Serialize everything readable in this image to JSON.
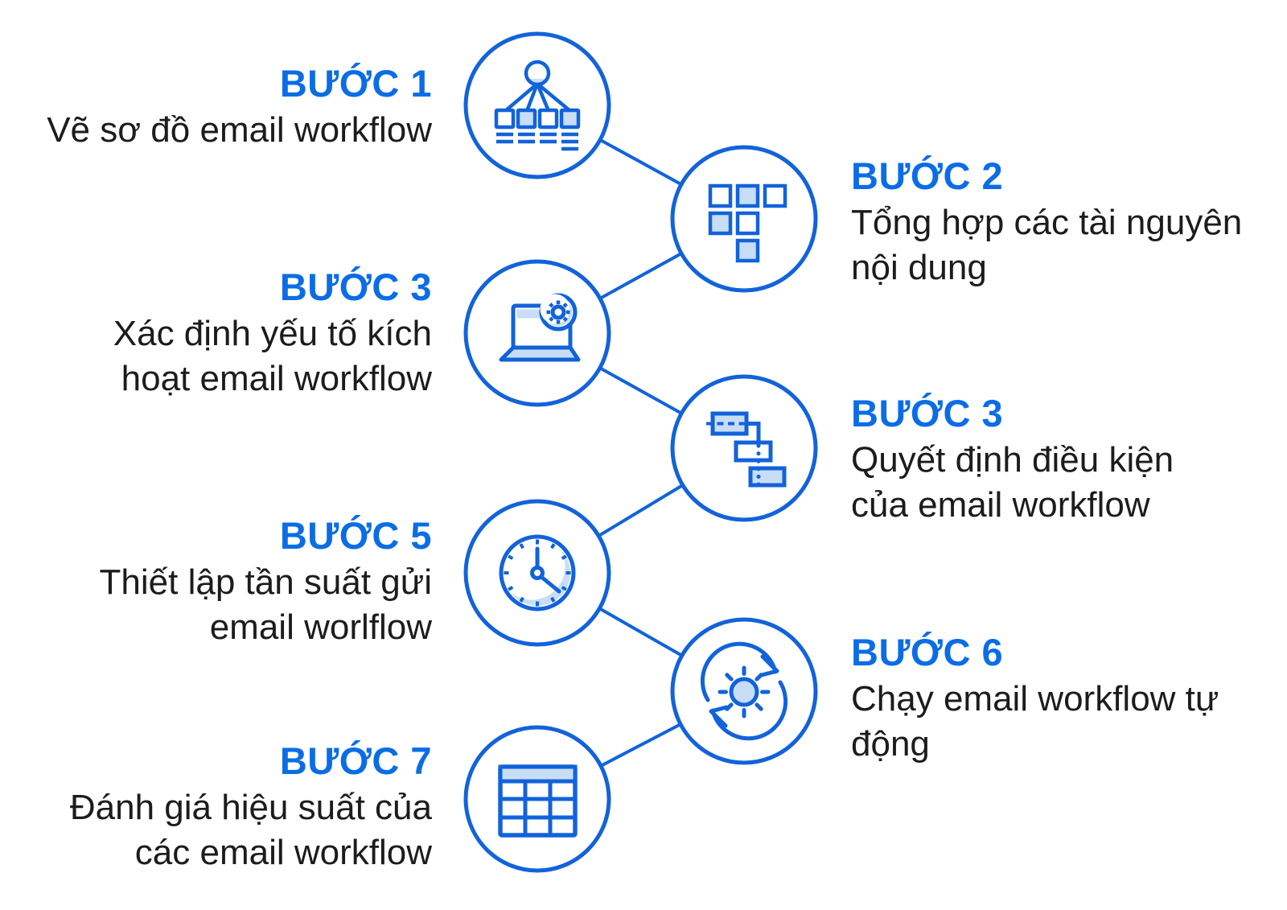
{
  "colors": {
    "accent_blue": "#0b6de6",
    "stroke_blue": "#1263da",
    "light_blue_fill": "#c8ddf6",
    "text_color": "#1c1c1c",
    "background": "#ffffff"
  },
  "steps": [
    {
      "label": "BƯỚC 1",
      "lines": [
        "Vẽ sơ đồ email workflow"
      ],
      "icon": "sitemap-icon",
      "side": "left"
    },
    {
      "label": "BƯỚC 2",
      "lines": [
        "Tổng hợp các tài nguyên",
        "nội dung"
      ],
      "icon": "content-blocks-icon",
      "side": "right"
    },
    {
      "label": "BƯỚC 3",
      "lines": [
        "Xác định yếu tố kích",
        "hoạt email workflow"
      ],
      "icon": "laptop-gear-icon",
      "side": "left"
    },
    {
      "label": "BƯỚC 3",
      "lines": [
        "Quyết định điều kiện",
        "của email workflow"
      ],
      "icon": "flowchart-icon",
      "side": "right"
    },
    {
      "label": "BƯỚC 5",
      "lines": [
        "Thiết lập tần suất gửi",
        "email worlflow"
      ],
      "icon": "clock-icon",
      "side": "left"
    },
    {
      "label": "BƯỚC 6",
      "lines": [
        "Chạy email workflow tự",
        "động"
      ],
      "icon": "sync-automation-icon",
      "side": "right"
    },
    {
      "label": "BƯỚC 7",
      "lines": [
        "Đánh giá hiệu suất của",
        "các email workflow"
      ],
      "icon": "table-report-icon",
      "side": "left"
    }
  ]
}
